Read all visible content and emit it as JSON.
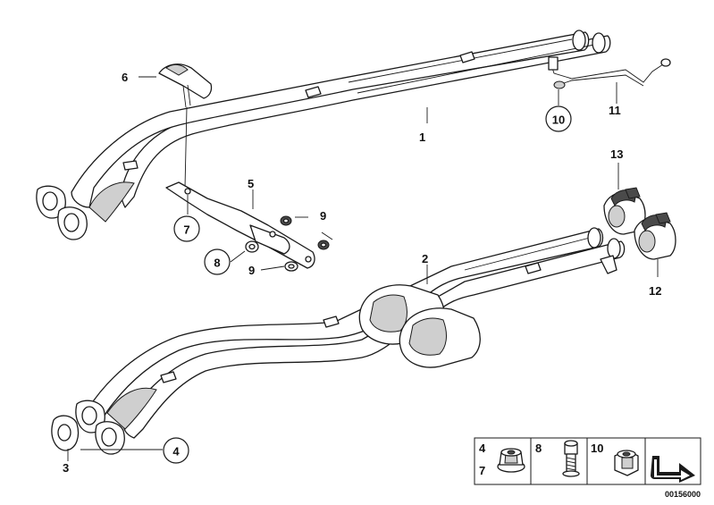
{
  "labels": {
    "l1": "1",
    "l2": "2",
    "l3": "3",
    "l4": "4",
    "l5": "5",
    "l6": "6",
    "l7": "7",
    "l8": "8",
    "l9a": "9",
    "l9b": "9",
    "l10": "10",
    "l11": "11",
    "l12": "12",
    "l13": "13"
  },
  "legend": {
    "cell1_top": "4",
    "cell1_bottom": "7",
    "cell2": "8",
    "cell3": "10"
  },
  "diagram_code": "00156000"
}
